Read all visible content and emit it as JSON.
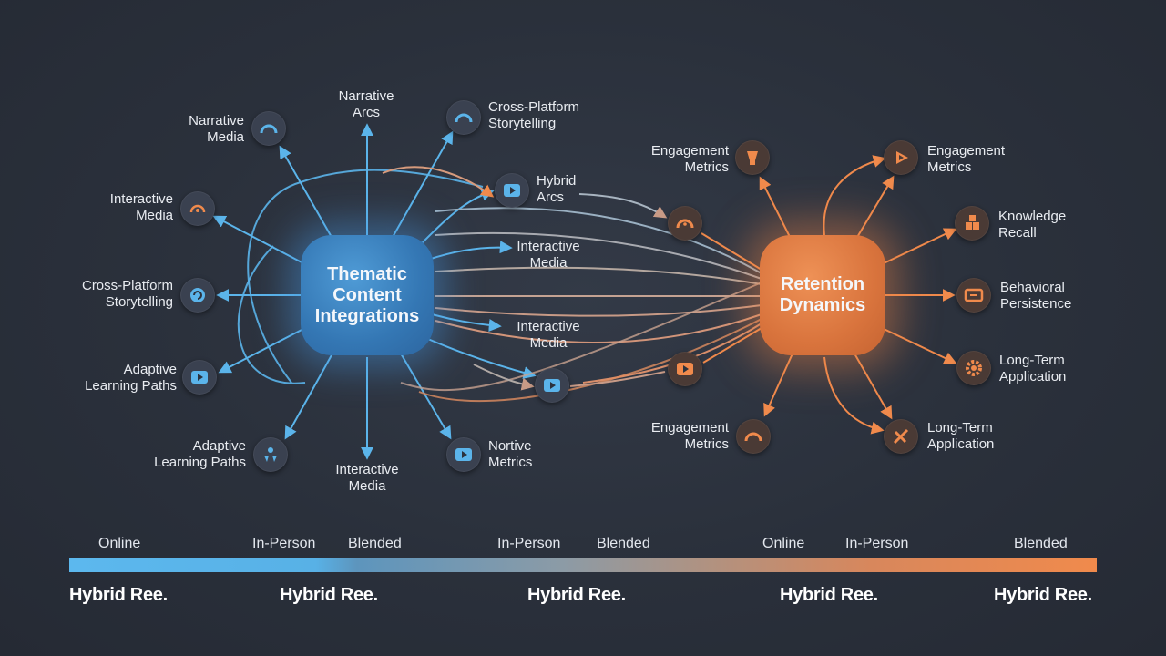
{
  "hubs": {
    "left": {
      "lines": [
        "Thematic",
        "Content",
        "Integrations"
      ]
    },
    "right": {
      "lines": [
        "Retention",
        "Dynamics"
      ]
    }
  },
  "left_nodes": [
    {
      "id": "narrative-media",
      "lines": [
        "Narrative",
        "Media"
      ],
      "icon": "arc-icon"
    },
    {
      "id": "narrative-arcs",
      "lines": [
        "Narrative",
        "Arcs"
      ],
      "icon": "none"
    },
    {
      "id": "cross-platform-top",
      "lines": [
        "Cross-Platform",
        "Storytelling"
      ],
      "icon": "arc-icon"
    },
    {
      "id": "hybrid-arcs",
      "lines": [
        "Hybrid",
        "Arcs"
      ],
      "icon": "play-icon"
    },
    {
      "id": "interactive-media-left",
      "lines": [
        "Interactive",
        "Media"
      ],
      "icon": "arc-dot-icon"
    },
    {
      "id": "interactive-media-mid1",
      "lines": [
        "Interactive",
        "Media"
      ],
      "icon": "none"
    },
    {
      "id": "cross-platform-left",
      "lines": [
        "Cross-Platform",
        "Storytelling"
      ],
      "icon": "refresh-icon"
    },
    {
      "id": "interactive-media-mid2",
      "lines": [
        "Interactive",
        "Media"
      ],
      "icon": "none"
    },
    {
      "id": "adaptive-left",
      "lines": [
        "Adaptive",
        "Learning Paths"
      ],
      "icon": "play-icon"
    },
    {
      "id": "adaptive-bottom",
      "lines": [
        "Adaptive",
        "Learning Paths"
      ],
      "icon": "people-icon"
    },
    {
      "id": "interactive-media-bottom",
      "lines": [
        "Interactive",
        "Media"
      ],
      "icon": "none"
    },
    {
      "id": "nortive-metrics",
      "lines": [
        "Nortive",
        "Metrics"
      ],
      "icon": "play-icon"
    }
  ],
  "right_nodes": [
    {
      "id": "engagement-top-left",
      "lines": [
        "Engagement",
        "Metrics"
      ],
      "icon": "cup-icon"
    },
    {
      "id": "engagement-top-right",
      "lines": [
        "Engagement",
        "Metrics"
      ],
      "icon": "play-icon"
    },
    {
      "id": "knowledge-recall",
      "lines": [
        "Knowledge",
        "Recall"
      ],
      "icon": "blocks-icon"
    },
    {
      "id": "behavioral-persistence",
      "lines": [
        "Behavioral",
        "Persistence"
      ],
      "icon": "card-icon"
    },
    {
      "id": "long-term-right",
      "lines": [
        "Long-Term",
        "Application"
      ],
      "icon": "gear-icon"
    },
    {
      "id": "long-term-bottom",
      "lines": [
        "Long-Term",
        "Application"
      ],
      "icon": "tools-icon"
    },
    {
      "id": "engagement-bottom",
      "lines": [
        "Engagement",
        "Metrics"
      ],
      "icon": "arc-icon"
    }
  ],
  "timeline": {
    "top_labels": [
      "Online",
      "In-Person",
      "Blended",
      "In-Person",
      "Blended",
      "Online",
      "In-Person",
      "Blended"
    ],
    "bottom_labels": [
      "Hybrid Ree.",
      "Hybrid Ree.",
      "Hybrid Ree.",
      "Hybrid Ree.",
      "Hybrid Ree."
    ],
    "colors": {
      "start": "#5cb8ee",
      "end": "#f08a4c"
    }
  },
  "colors": {
    "blue": "#5bb4ea",
    "orange": "#f08a4c",
    "background": "#2c323d"
  }
}
